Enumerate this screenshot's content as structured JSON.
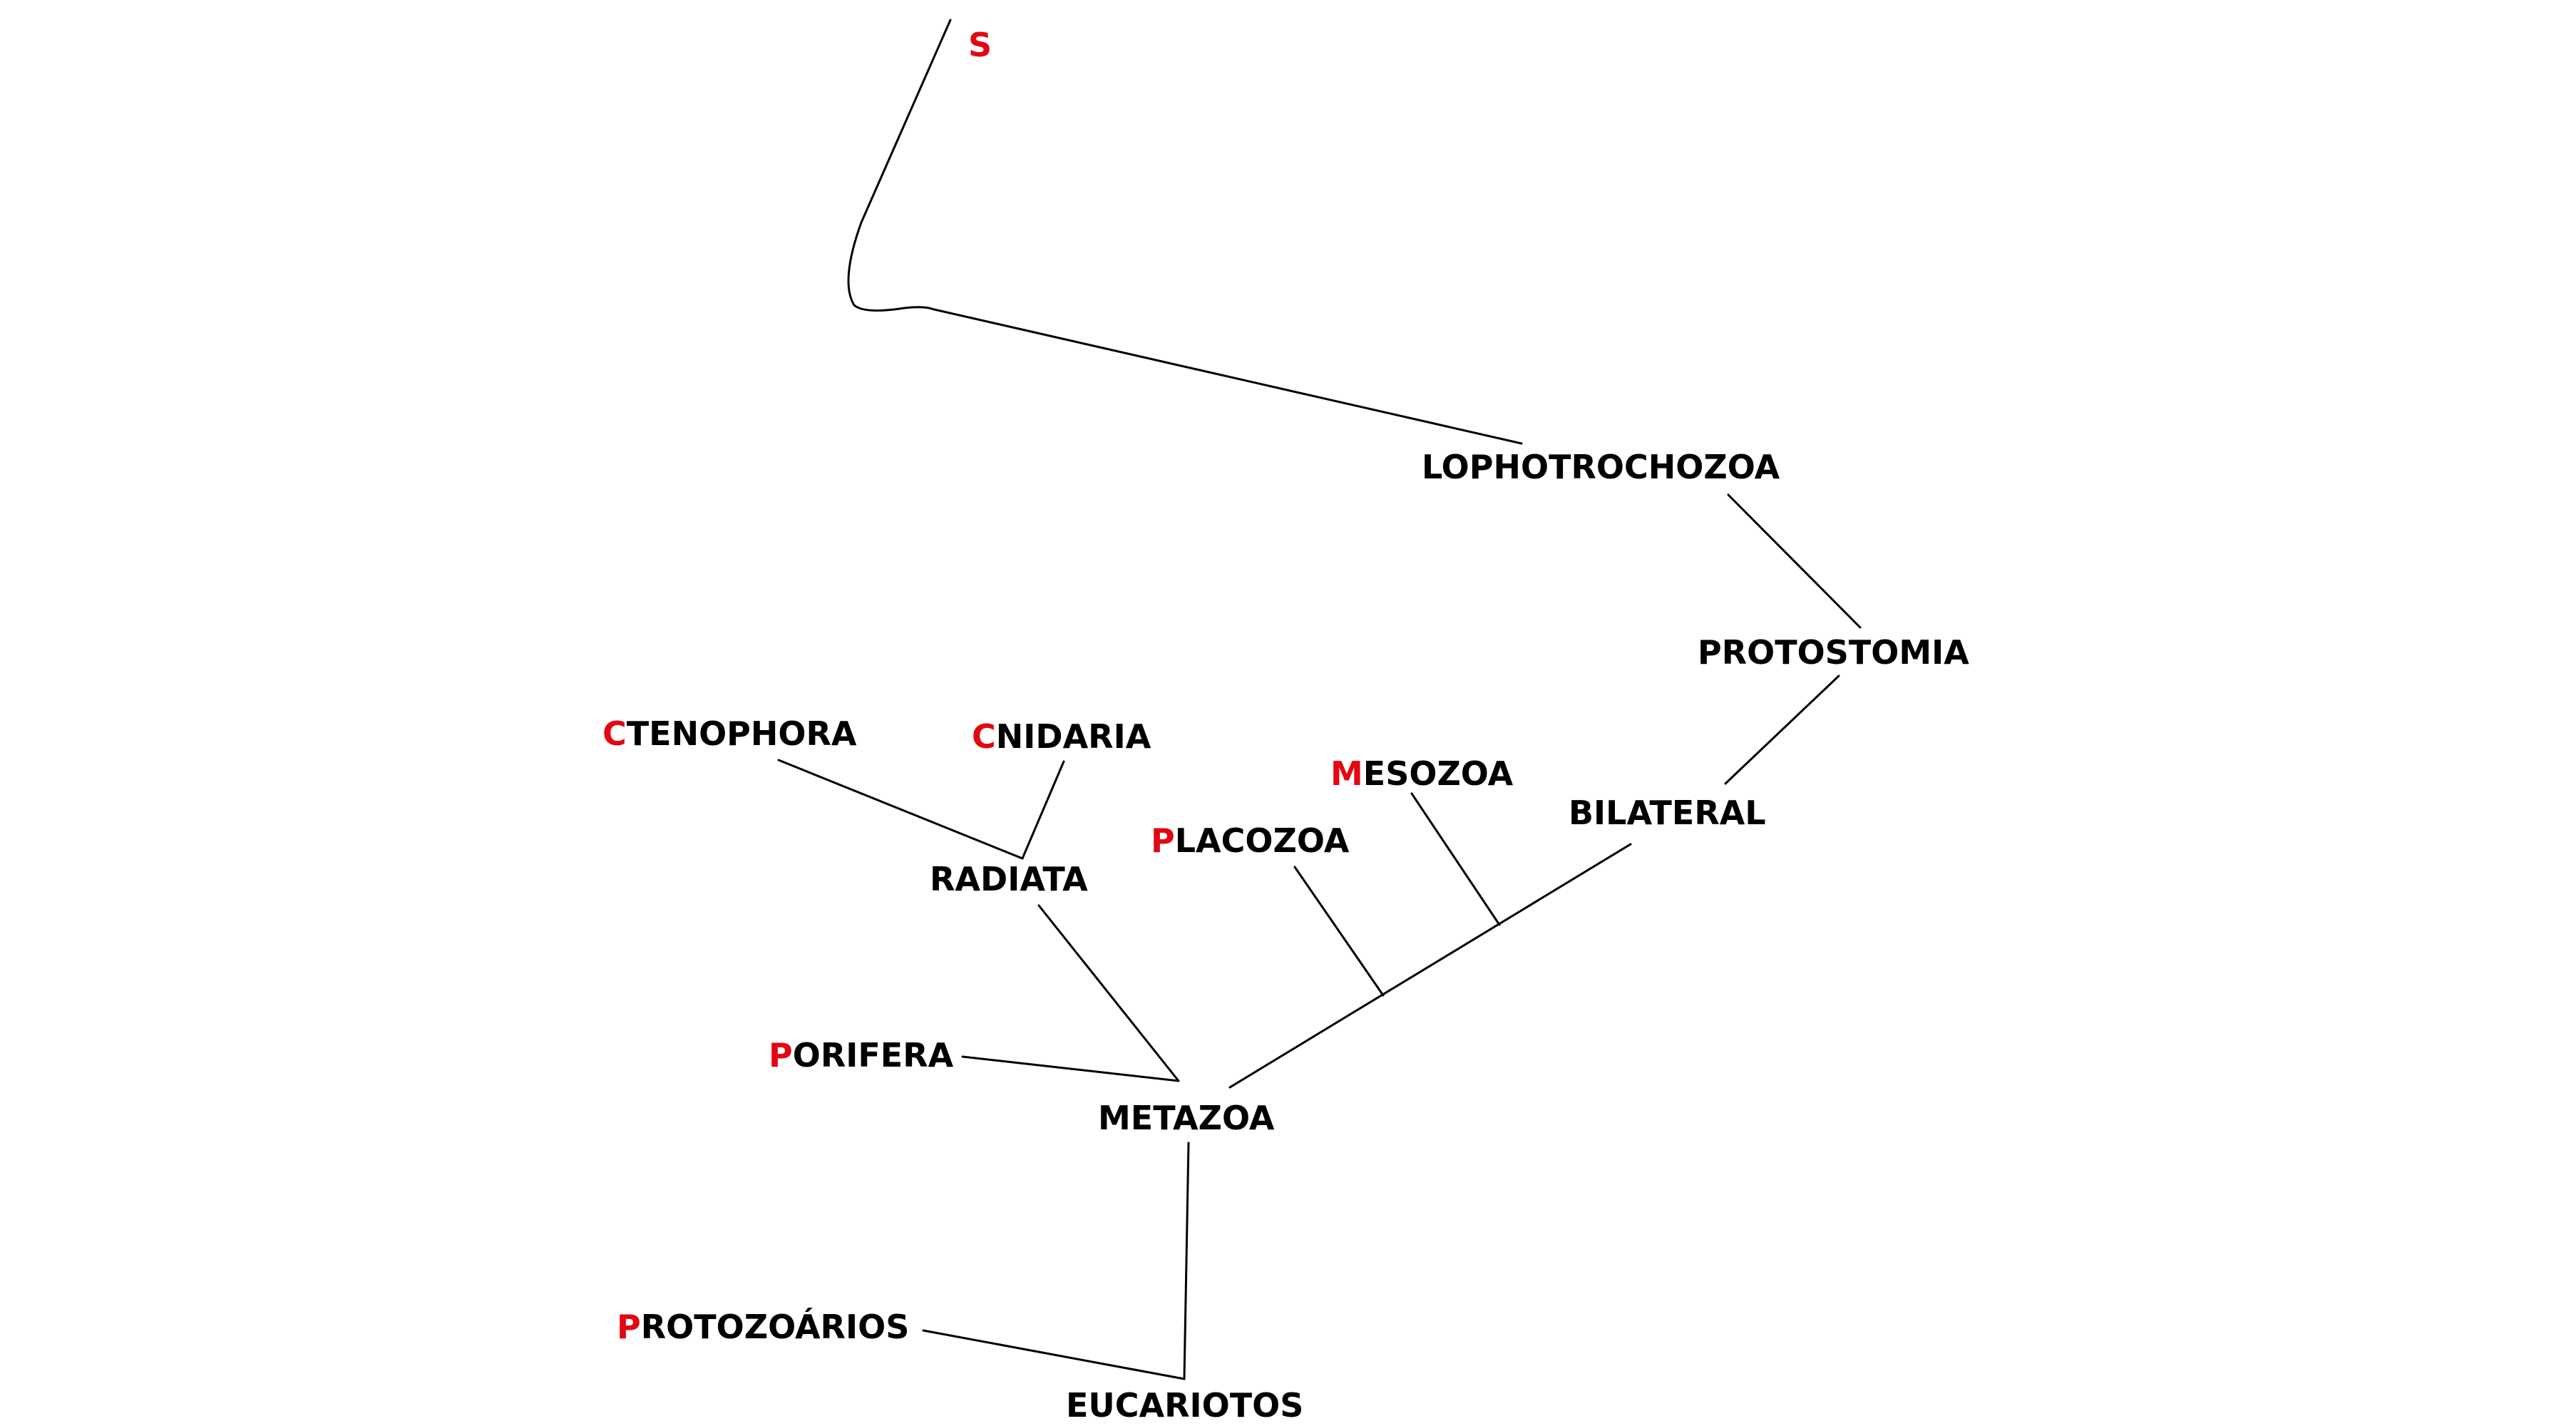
{
  "colors": {
    "text": "#000000",
    "highlight": "#e30613",
    "lines": "#000000",
    "background": "#ffffff"
  },
  "labels": {
    "s": {
      "initial": "S",
      "rest": ""
    },
    "lophotrochozoa": {
      "initial": "",
      "rest": "LOPHOTROCHOZOA"
    },
    "protostomia": {
      "initial": "",
      "rest": "PROTOSTOMIA"
    },
    "ctenophora": {
      "initial": "C",
      "rest": "TENOPHORA"
    },
    "cnidaria": {
      "initial": "C",
      "rest": "NIDARIA"
    },
    "mesozoa": {
      "initial": "M",
      "rest": "ESOZOA"
    },
    "bilateral": {
      "initial": "",
      "rest": "BILATERAL"
    },
    "placozoa": {
      "initial": "P",
      "rest": "LACOZOA"
    },
    "radiata": {
      "initial": "",
      "rest": "RADIATA"
    },
    "porifera": {
      "initial": "P",
      "rest": "ORIFERA"
    },
    "metazoa": {
      "initial": "",
      "rest": "METAZOA"
    },
    "protozoarios": {
      "initial": "P",
      "rest": "ROTOZOÁRIOS"
    },
    "eucariotos": {
      "initial": "",
      "rest": "EUCARIOTOS"
    }
  }
}
